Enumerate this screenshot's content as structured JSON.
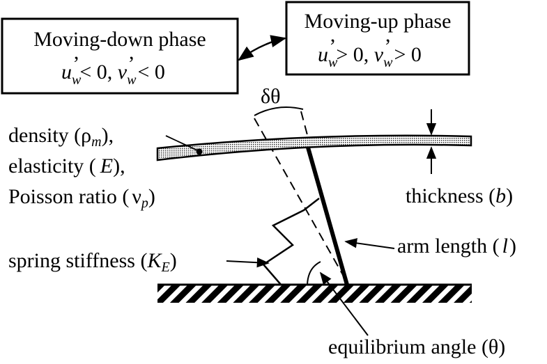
{
  "boxes": {
    "down": {
      "title": "Moving-down phase",
      "cond_u": "u",
      "cond_w": "w",
      "cond_prime": "’",
      "cond_lt": "< 0, ",
      "cond_v": "v",
      "cond_end": "< 0"
    },
    "up": {
      "title": "Moving-up phase",
      "cond_u": "u",
      "cond_w": "w",
      "cond_prime": "’",
      "cond_gt": "> 0, ",
      "cond_v": "v",
      "cond_end": "> 0"
    }
  },
  "labels": {
    "delta_theta": "δθ",
    "density": "density (",
    "rho": "ρ",
    "m": "m",
    "density_end": "),",
    "elasticity": "elasticity (",
    "E": "E",
    "elasticity_end": "),",
    "poisson": "Poisson ratio (",
    "nu": "ν",
    "p": "p",
    "poisson_end": ")",
    "thickness": "thickness (",
    "b": "b",
    "thickness_end": ")",
    "arm": "arm length (",
    "l": "l",
    "arm_end": ")",
    "spring": "spring stiffness (",
    "K": "K",
    "KE": "E",
    "spring_end": ")",
    "equilibrium": "equilibrium angle (θ)"
  }
}
